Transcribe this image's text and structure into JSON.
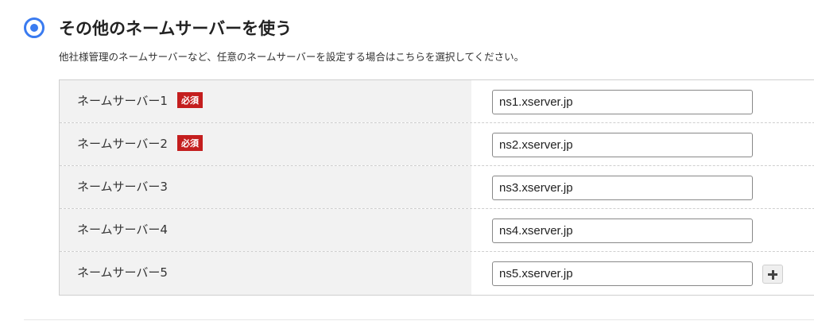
{
  "option": {
    "title": "その他のネームサーバーを使う",
    "description": "他社様管理のネームサーバーなど、任意のネームサーバーを設定する場合はこちらを選択してください。",
    "selected": true
  },
  "required_badge": "必須",
  "nameservers": [
    {
      "label": "ネームサーバー1",
      "required": true,
      "value": "ns1.xserver.jp"
    },
    {
      "label": "ネームサーバー2",
      "required": true,
      "value": "ns2.xserver.jp"
    },
    {
      "label": "ネームサーバー3",
      "required": false,
      "value": "ns3.xserver.jp"
    },
    {
      "label": "ネームサーバー4",
      "required": false,
      "value": "ns4.xserver.jp"
    },
    {
      "label": "ネームサーバー5",
      "required": false,
      "value": "ns5.xserver.jp"
    }
  ],
  "colors": {
    "accent": "#3a7bf0",
    "required_badge": "#c41e1e"
  },
  "icons": {
    "add": "plus-icon"
  }
}
